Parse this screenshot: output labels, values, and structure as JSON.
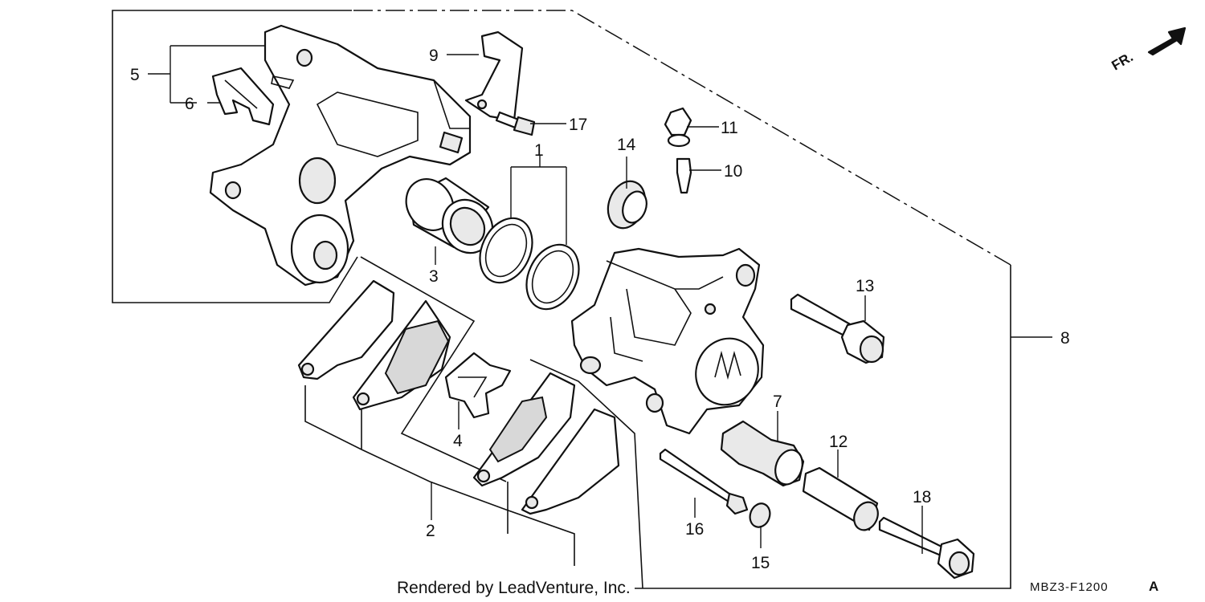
{
  "diagram": {
    "callouts": [
      {
        "id": "1",
        "label": "1"
      },
      {
        "id": "2",
        "label": "2"
      },
      {
        "id": "3",
        "label": "3"
      },
      {
        "id": "4",
        "label": "4"
      },
      {
        "id": "5",
        "label": "5"
      },
      {
        "id": "6",
        "label": "6"
      },
      {
        "id": "7",
        "label": "7"
      },
      {
        "id": "8",
        "label": "8"
      },
      {
        "id": "9",
        "label": "9"
      },
      {
        "id": "10",
        "label": "10"
      },
      {
        "id": "11",
        "label": "11"
      },
      {
        "id": "12",
        "label": "12"
      },
      {
        "id": "13",
        "label": "13"
      },
      {
        "id": "14",
        "label": "14"
      },
      {
        "id": "15",
        "label": "15"
      },
      {
        "id": "16",
        "label": "16"
      },
      {
        "id": "17",
        "label": "17"
      },
      {
        "id": "18",
        "label": "18"
      }
    ],
    "front_indicator": "FR.",
    "footer_credit": "Rendered by LeadVenture, Inc.",
    "diagram_code": "MBZ3-F1200",
    "diagram_code_suffix": "A"
  }
}
